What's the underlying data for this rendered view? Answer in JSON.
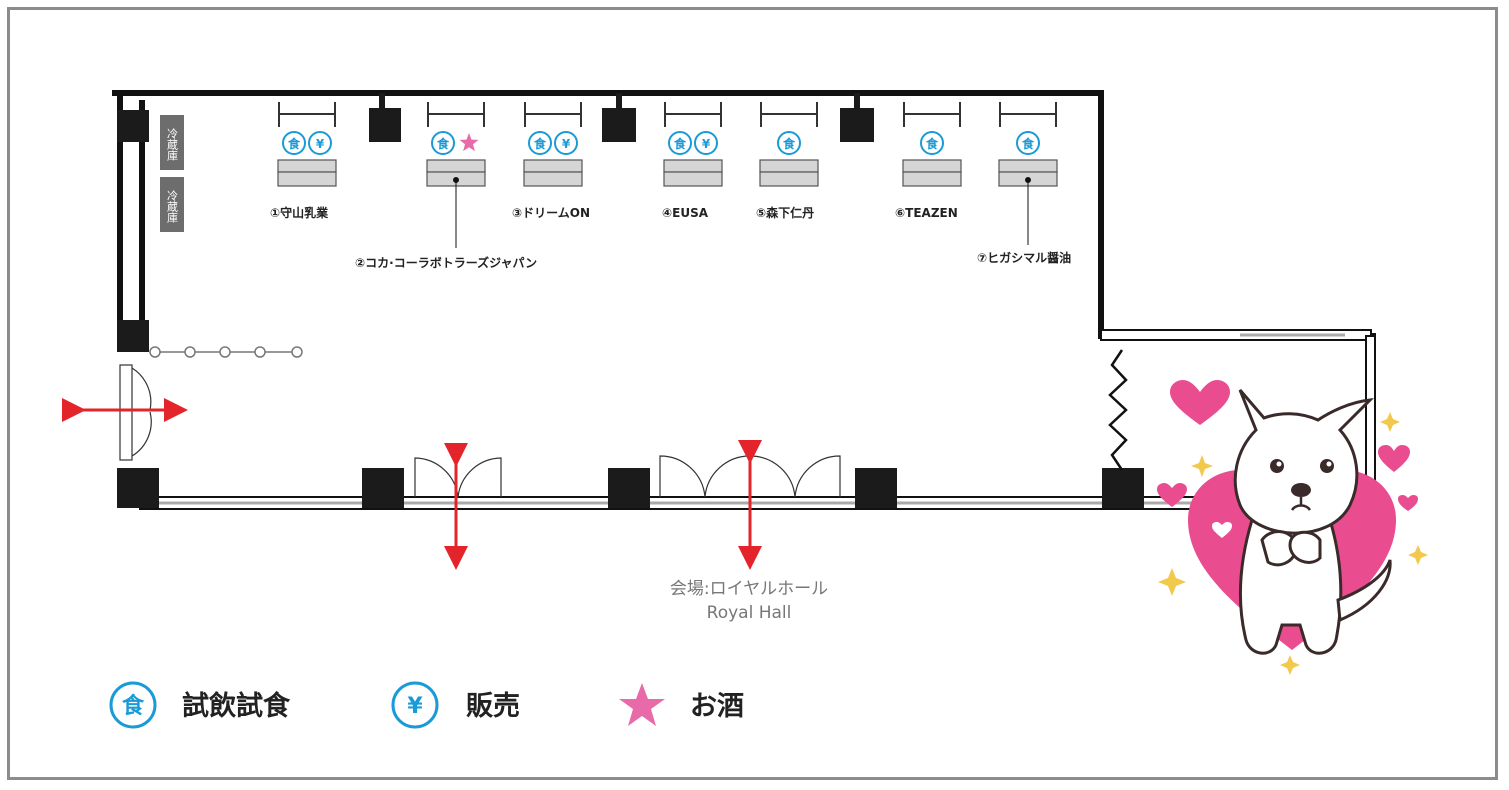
{
  "icons": {
    "food": "食",
    "yen": "¥"
  },
  "colors": {
    "wall": "#111111",
    "icon_blue": "#1a9ad6",
    "star_pink": "#e86aa8",
    "arrow_red": "#e3242b",
    "heart_pink": "#e94d8f",
    "sparkle_gold": "#f2c94c",
    "counter_gray": "#d5d5d5",
    "fridge_gray": "#6d6d6d"
  },
  "fridges": [
    "冷蔵庫",
    "冷蔵庫"
  ],
  "booths": [
    {
      "label": "①守山乳業",
      "icons": [
        "food-icon",
        "yen-icon"
      ]
    },
    {
      "label": "②コカ·コーラボトラーズジャパン",
      "icons": [
        "food-icon",
        "star-icon"
      ]
    },
    {
      "label": "③ドリームON",
      "icons": [
        "food-icon",
        "yen-icon"
      ]
    },
    {
      "label": "④EUSA",
      "icons": [
        "food-icon",
        "yen-icon"
      ]
    },
    {
      "label": "⑤森下仁丹",
      "icons": [
        "food-icon"
      ]
    },
    {
      "label": "⑥TEAZEN",
      "icons": [
        "food-icon"
      ]
    },
    {
      "label": "⑦ヒガシマル醤油",
      "icons": [
        "food-icon"
      ]
    }
  ],
  "venue": {
    "name_ja": "会場:ロイヤルホール",
    "name_en": "Royal Hall"
  },
  "legend": [
    {
      "icon": "food-icon",
      "label": "試飲試食"
    },
    {
      "icon": "yen-icon",
      "label": "販売"
    },
    {
      "icon": "star-icon",
      "label": "お酒"
    }
  ]
}
